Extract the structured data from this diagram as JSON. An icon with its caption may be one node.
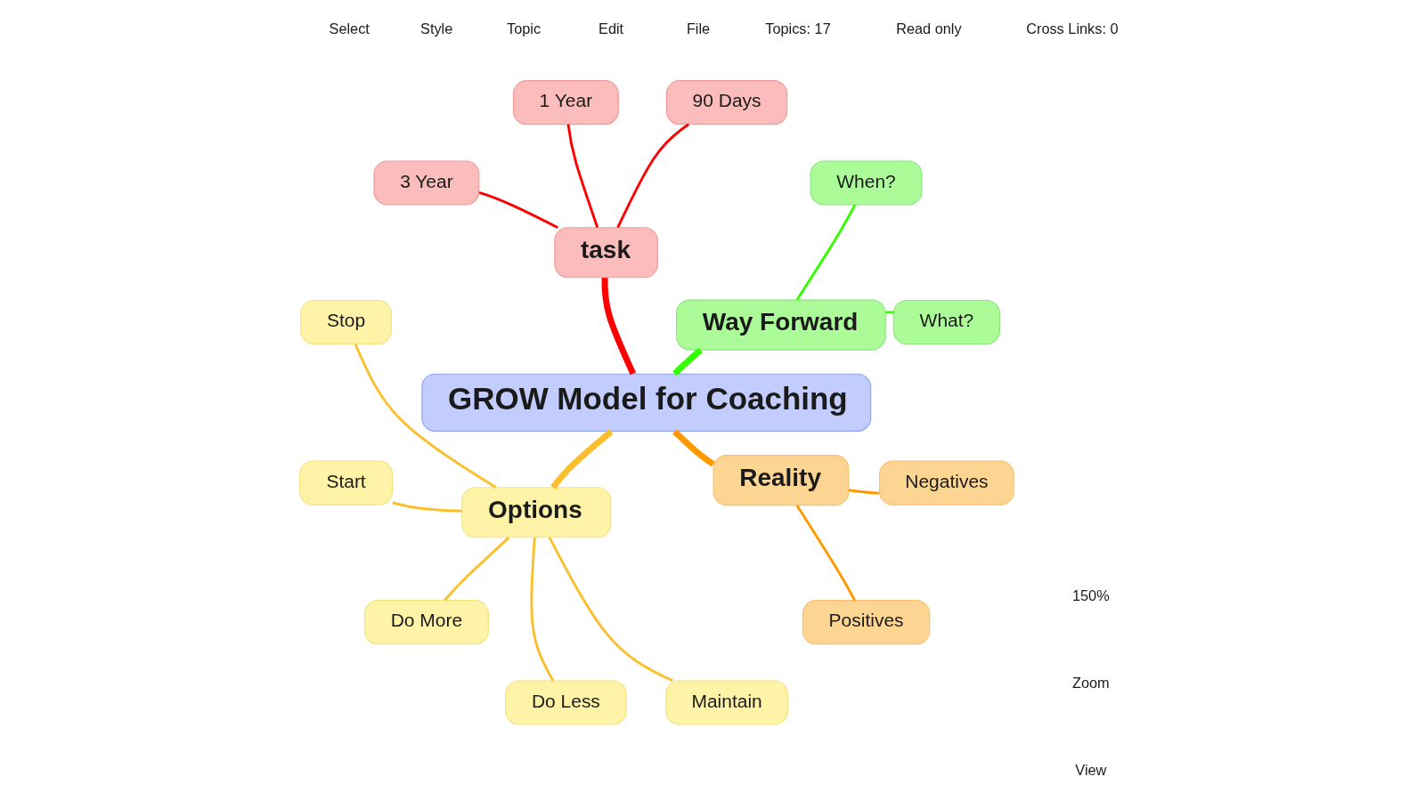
{
  "diagram": {
    "nodes": [
      {
        "text": [
          "GROW Model for Coaching"
        ]
      },
      {
        "text": [
          "Way Forward"
        ]
      },
      {
        "text": [
          "What?"
        ]
      },
      {
        "text": [
          "When?"
        ]
      },
      {
        "text": [
          "task"
        ]
      },
      {
        "text": [
          "90 Days"
        ]
      },
      {
        "text": [
          "1 Year"
        ]
      },
      {
        "text": [
          "3 Year"
        ]
      },
      {
        "text": [
          "Options"
        ]
      },
      {
        "text": [
          "Stop"
        ]
      },
      {
        "text": [
          "Start"
        ]
      },
      {
        "text": [
          "Do More"
        ]
      },
      {
        "text": [
          "Do Less"
        ]
      },
      {
        "text": [
          "Maintain"
        ]
      },
      {
        "text": [
          "Reality"
        ]
      },
      {
        "text": [
          "Positives"
        ]
      },
      {
        "text": [
          "Negatives"
        ]
      }
    ],
    "edges": [
      {
        "from": 0,
        "to": 1,
        "arrow": "none",
        "style": "thick",
        "color": "#33ff00"
      },
      {
        "from": 1,
        "to": 2,
        "arrow": "none",
        "color": "#33ff00"
      },
      {
        "from": 1,
        "to": 3,
        "arrow": "none",
        "color": "#33ff00"
      },
      {
        "from": 0,
        "to": 4,
        "arrow": "none",
        "style": "thick",
        "color": "#ff0000"
      },
      {
        "from": 4,
        "to": 5,
        "arrow": "none",
        "color": "#ff0000"
      },
      {
        "from": 4,
        "to": 6,
        "arrow": "none",
        "color": "#ff0000"
      },
      {
        "from": 4,
        "to": 7,
        "arrow": "none",
        "color": "#ff0000"
      },
      {
        "from": 0,
        "to": 8,
        "arrow": "none",
        "style": "thick"
      },
      {
        "from": 8,
        "to": 9,
        "arrow": "none"
      },
      {
        "from": 8,
        "to": 10,
        "arrow": "none"
      },
      {
        "from": 8,
        "to": 11,
        "arrow": "none"
      },
      {
        "from": 8,
        "to": 12,
        "arrow": "none"
      },
      {
        "from": 8,
        "to": 13,
        "arrow": "none"
      },
      {
        "from": 0,
        "to": 14,
        "arrow": "none",
        "style": "thick",
        "color": "#ff9900"
      },
      {
        "from": 14,
        "to": 15,
        "arrow": "none",
        "color": "#ff9900"
      },
      {
        "from": 14,
        "to": 16,
        "arrow": "none",
        "color": "#ff9900"
      }
    ],
    "labels": [
      "File",
      "Edit",
      "Topic",
      "Style",
      "Select",
      "View",
      "Zoom",
      "150%",
      "Read only",
      "Topics: 17",
      "Cross Links: 0"
    ]
  }
}
